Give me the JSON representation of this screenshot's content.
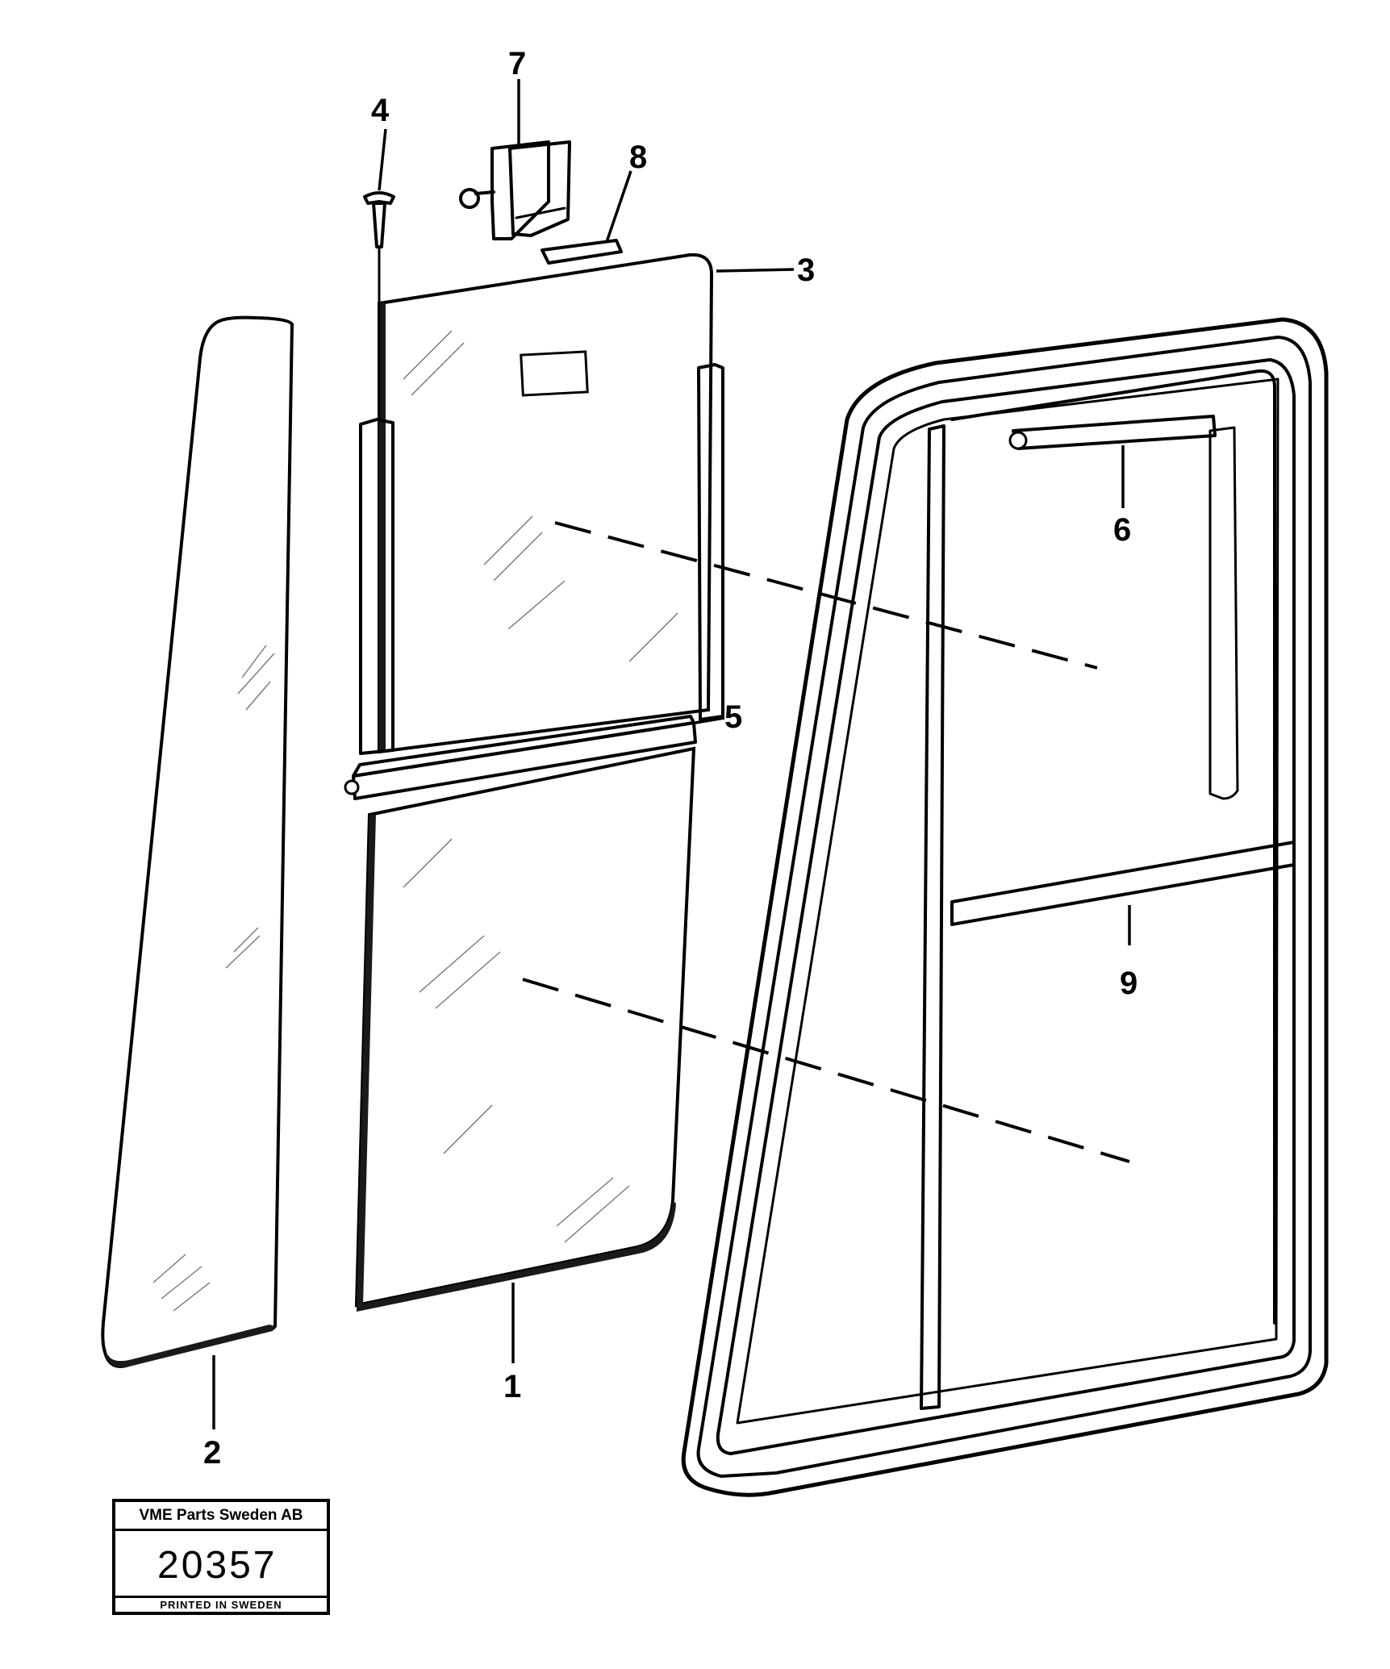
{
  "callouts": {
    "c1": "1",
    "c2": "2",
    "c3": "3",
    "c4": "4",
    "c5": "5",
    "c6": "6",
    "c7": "7",
    "c8": "8",
    "c9": "9"
  },
  "stamp": {
    "company": "VME Parts Sweden AB",
    "number": "20357",
    "printed": "PRINTED IN SWEDEN"
  }
}
